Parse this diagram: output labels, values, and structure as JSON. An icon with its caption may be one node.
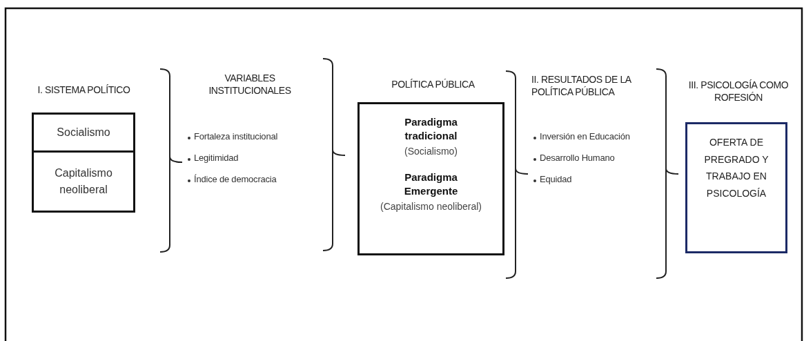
{
  "diagram": {
    "nodes": [
      {
        "text": [
          "I. SISTEMA POLÍTICO"
        ]
      },
      {
        "text": [
          "Socialismo"
        ],
        "in": 0
      },
      {
        "text": [
          "Capitalismo neoliberal"
        ],
        "in": 0
      },
      {
        "text": [
          "POLÍTICA PÚBLICA",
          "Paradigma tradicional",
          "(Socialismo)",
          "Paradigma Emergente",
          "(Capitalismo neoliberal)"
        ]
      },
      {
        "text": [
          "III. PSICOLOGÍA COMO ROFESIÓN",
          "OFERTA DE PREGRADO Y TRABAJO EN PSICOLOGÍA"
        ]
      }
    ],
    "edges": [],
    "labels": [
      "VARIABLES INSTITUCIONALES",
      "Fortaleza institucional",
      "Legitimidad",
      "Índice de democracia",
      "II. RESULTADOS DE LA POLÍTICA PÚBLICA",
      "Inversión en Educación",
      "Desarrollo Humano",
      "Equidad"
    ]
  }
}
